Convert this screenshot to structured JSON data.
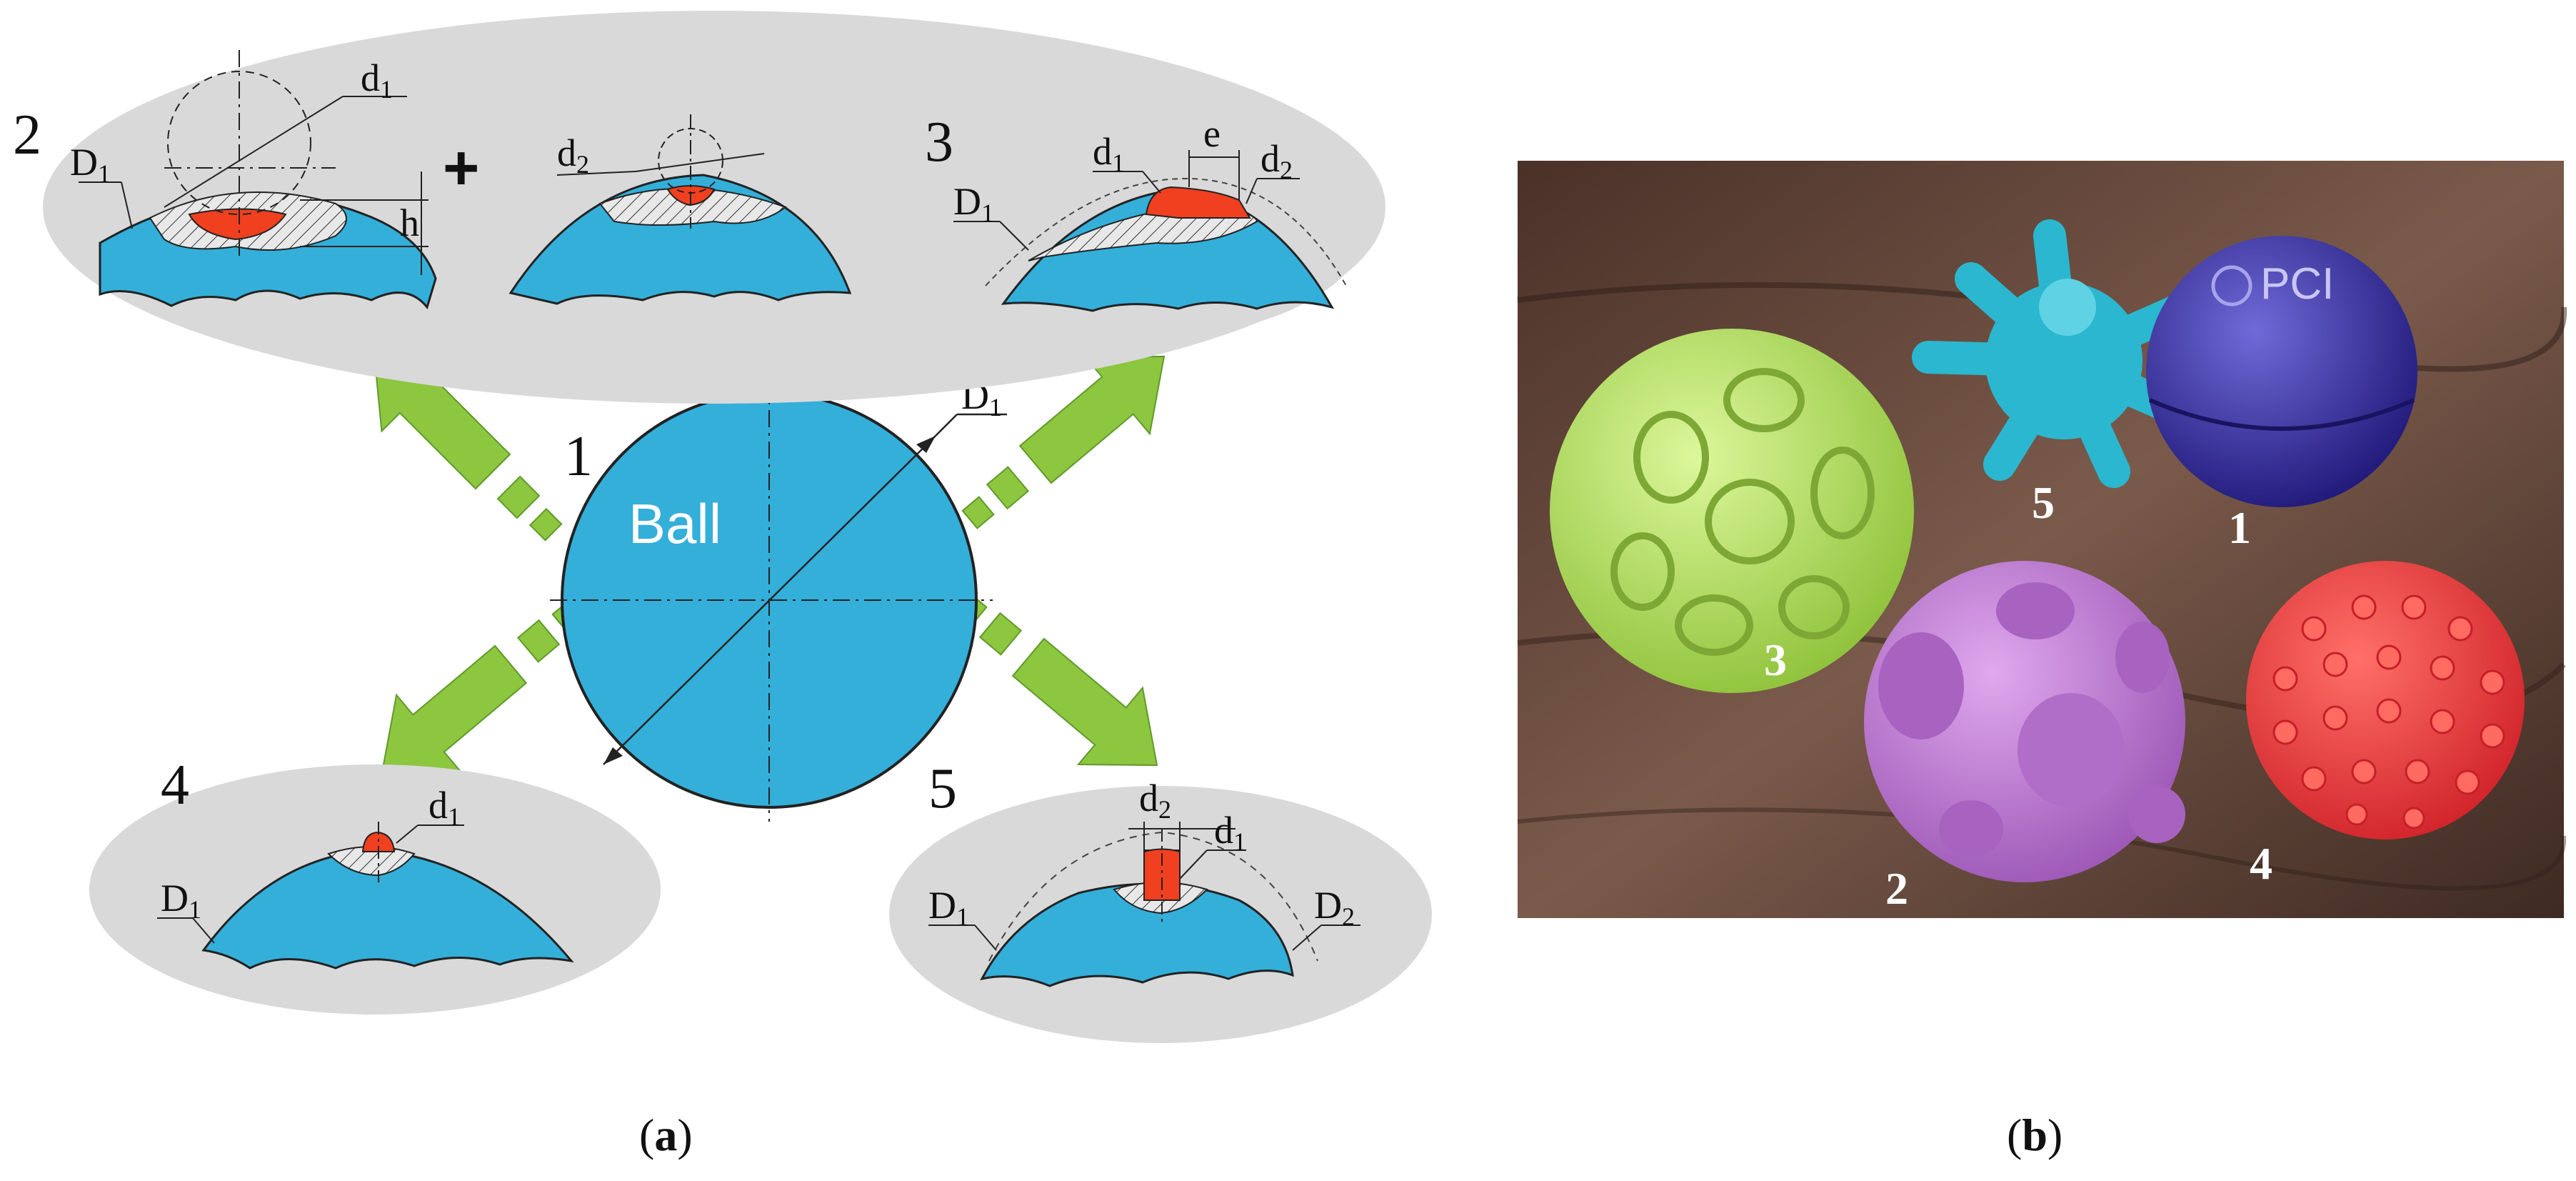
{
  "panel_a": {
    "caption_open": "(",
    "caption_letter": "a",
    "caption_close": ")",
    "center": {
      "number": "1",
      "label": "Ball",
      "dim_label": "D",
      "dim_sub": "1"
    },
    "variants": [
      {
        "number": "2",
        "plus": "+",
        "labels": [
          {
            "main": "D",
            "sub": "1"
          },
          {
            "main": "d",
            "sub": "1"
          },
          {
            "main": "h",
            "sub": ""
          },
          {
            "main": "d",
            "sub": "2"
          }
        ]
      },
      {
        "number": "3",
        "labels": [
          {
            "main": "D",
            "sub": "1"
          },
          {
            "main": "d",
            "sub": "1"
          },
          {
            "main": "e",
            "sub": ""
          },
          {
            "main": "d",
            "sub": "2"
          }
        ]
      },
      {
        "number": "4",
        "labels": [
          {
            "main": "D",
            "sub": "1"
          },
          {
            "main": "d",
            "sub": "1"
          }
        ]
      },
      {
        "number": "5",
        "labels": [
          {
            "main": "D",
            "sub": "1"
          },
          {
            "main": "d",
            "sub": "2"
          },
          {
            "main": "d",
            "sub": "1"
          },
          {
            "main": "D",
            "sub": "2"
          }
        ]
      }
    ]
  },
  "panel_b": {
    "caption_open": "(",
    "caption_letter": "b",
    "caption_close": ")",
    "brand_text": "PCI",
    "ball_numbers": [
      "5",
      "1",
      "3",
      "2",
      "4"
    ]
  },
  "colors": {
    "ball_blue": "#33afda",
    "grey_ellipse": "#d9d9d9",
    "red_fill": "#f0401f",
    "arrow_green": "#8dc63f"
  }
}
